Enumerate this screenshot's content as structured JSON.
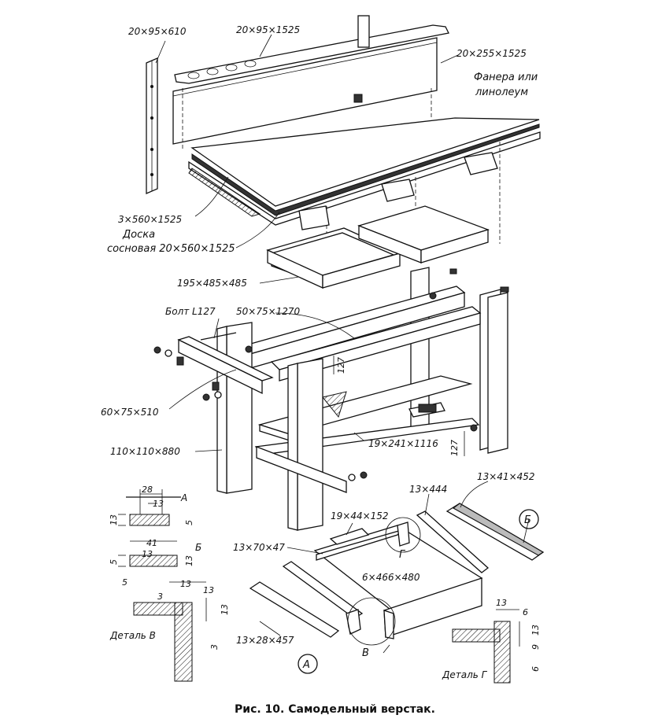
{
  "figure": {
    "caption": "Рис. 10. Самодельный верстак."
  },
  "labels": {
    "board_610": "20×95×610",
    "board_1525": "20×95×1525",
    "back_panel": "20×255×1525",
    "top_cover_1": "Фанера или",
    "top_cover_2": "линолеум",
    "top_sheet": "3×560×1525",
    "pine_board_1": "Доска",
    "pine_board_2": "сосновая  20×560×1525",
    "drawer": "195×485×485",
    "bolt": "Болт L127",
    "rail": "50×75×1270",
    "dim_127_top": "127",
    "crossbar": "60×75×510",
    "shelf": "19×241×1116",
    "dim_127_bottom": "127",
    "leg": "110×110×880",
    "slide_b": "13×41×452",
    "slide_444": "13×444",
    "block": "19×44×152",
    "marker_b": "Б",
    "front_strip": "13×70×47",
    "marker_g": "Г",
    "bottom_panel": "6×466×480",
    "side_strip": "13×28×457",
    "marker_a": "А",
    "marker_v": "В",
    "detail_v": "Деталь В",
    "detail_g": "Деталь Г"
  },
  "profile_a": {
    "marker": "А",
    "w": "28",
    "g": "13",
    "h": "13",
    "d": "5"
  },
  "profile_b": {
    "marker": "Б",
    "w": "41",
    "g": "13",
    "d": "5",
    "h": "13",
    "b": "5"
  },
  "detail_v_dims": {
    "a": "3",
    "b": "13",
    "c": "13",
    "d": "13",
    "e": "3"
  },
  "detail_g_dims": {
    "a": "13",
    "b": "6",
    "c": "13",
    "d": "9",
    "e": "6"
  }
}
